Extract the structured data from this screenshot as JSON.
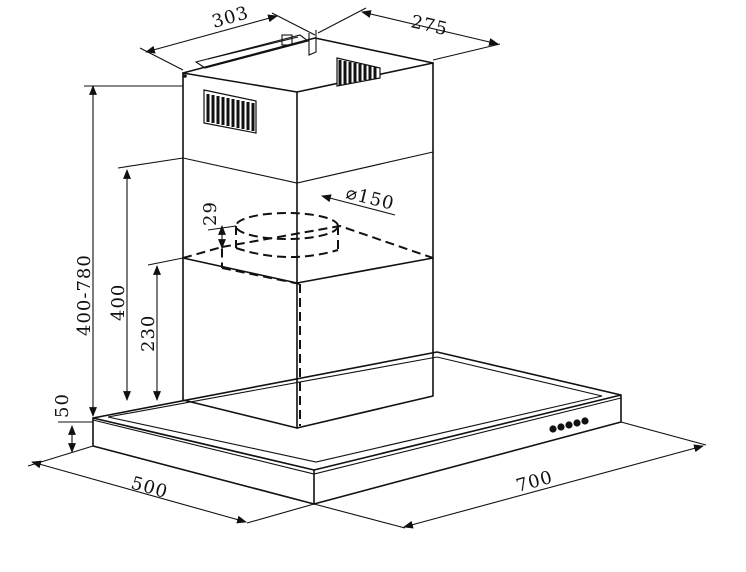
{
  "diagram": {
    "dimensions": {
      "chimney_width": "303",
      "chimney_depth": "275",
      "chimney_height_range": "400-780",
      "inner_height": "400",
      "duct_offset": "29",
      "duct_diameter": "⌀150",
      "motor_height": "230",
      "canopy_thickness": "50",
      "hood_depth": "500",
      "hood_width": "700"
    },
    "colors": {
      "stroke": "#111111",
      "background": "#ffffff"
    }
  }
}
